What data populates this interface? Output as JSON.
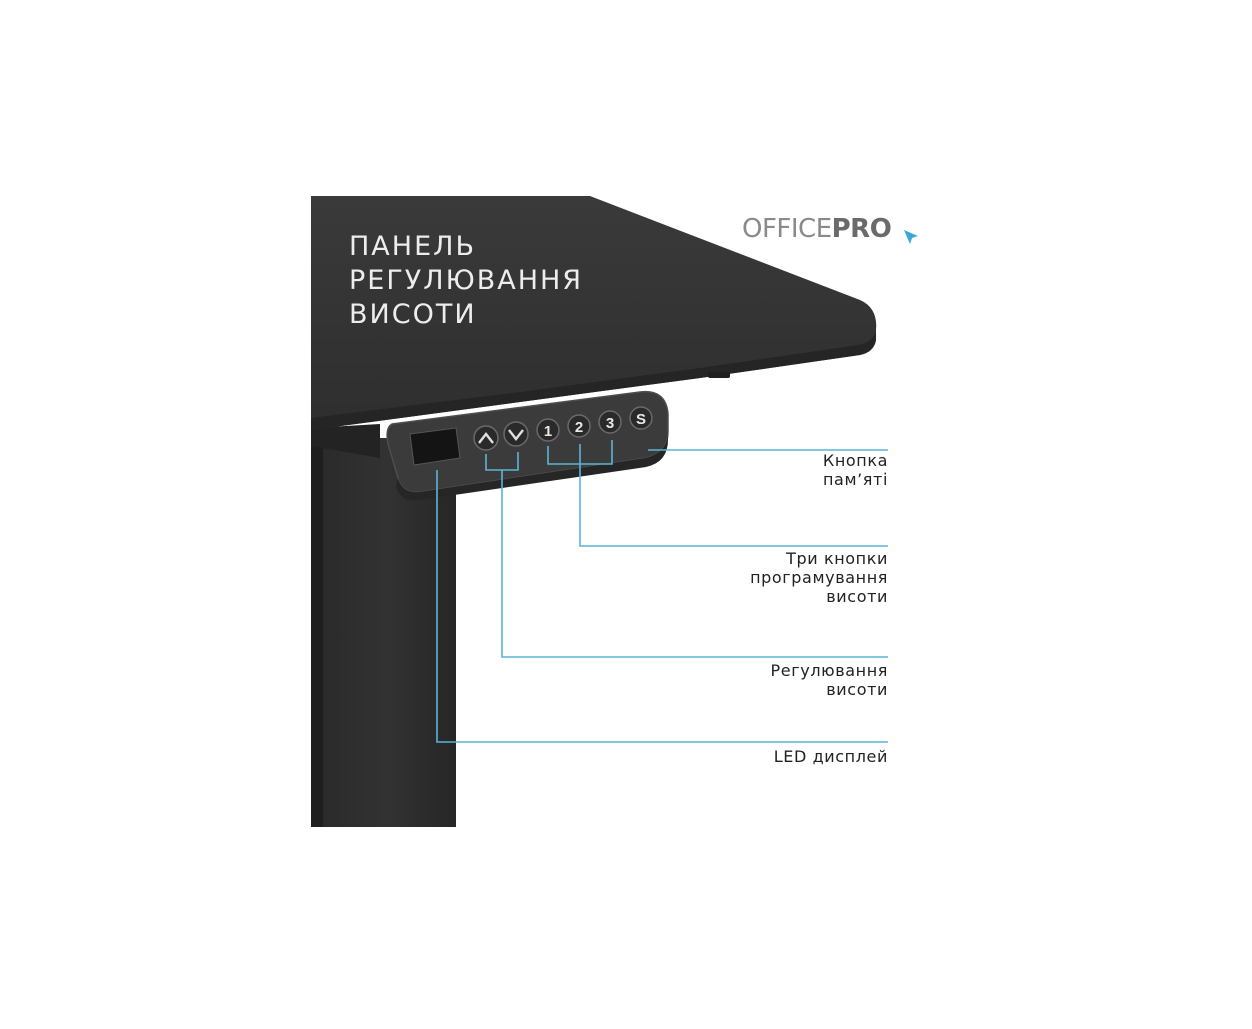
{
  "title_lines": [
    "ПАНЕЛЬ",
    "РЕГУЛЮВАННЯ",
    "ВИСОТИ"
  ],
  "logo": {
    "part1": "OFFICE",
    "part2": "PRO"
  },
  "panel_buttons": {
    "up": "^",
    "down": "v",
    "mem1": "1",
    "mem2": "2",
    "mem3": "3",
    "save": "S"
  },
  "callouts": {
    "memory": [
      "Кнопка",
      "пам’яті"
    ],
    "programming": [
      "Три кнопки",
      "програмування",
      "висоти"
    ],
    "height": [
      "Регулювання",
      "висоти"
    ],
    "display": [
      "LED дисплей"
    ]
  },
  "colors": {
    "desk": "#333333",
    "leader": "#5bb4d8",
    "logo_accent": "#3aa7d8"
  }
}
